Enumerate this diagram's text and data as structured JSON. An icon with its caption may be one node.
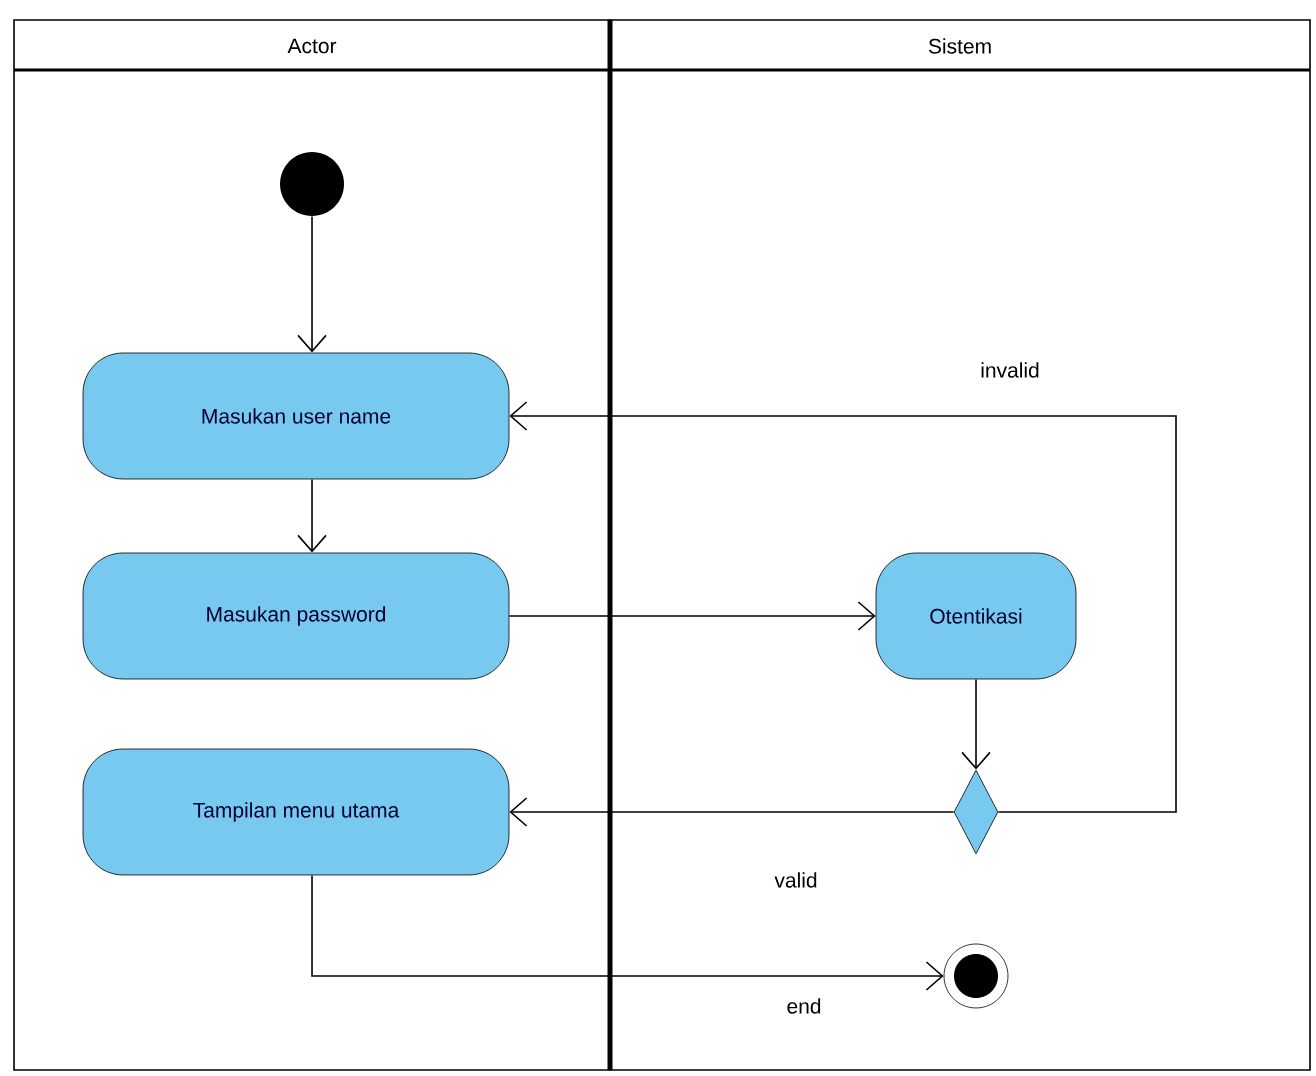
{
  "diagram": {
    "nodes": [
      {
        "text": [
          "Actor"
        ]
      },
      {
        "text": [
          "Sistem"
        ]
      },
      {
        "text": [],
        "shape": "circle",
        "in": 0
      },
      {
        "text": [
          "Masukan user name"
        ],
        "in": 0
      },
      {
        "text": [
          "Masukan password"
        ],
        "in": 0
      },
      {
        "text": [
          "Tampilan menu utama"
        ],
        "in": 0
      },
      {
        "text": [
          "Otentikasi"
        ],
        "in": 1
      },
      {
        "text": [],
        "shape": "diamond",
        "in": 1
      },
      {
        "text": [],
        "shape": "circle",
        "in": 1
      }
    ],
    "edges": [
      {
        "from": 2,
        "to": 3,
        "arrow": "to"
      },
      {
        "from": 3,
        "to": 4,
        "arrow": "to"
      },
      {
        "from": 4,
        "to": 6,
        "arrow": "to"
      },
      {
        "from": 6,
        "to": 7,
        "arrow": "to"
      },
      {
        "from": 7,
        "to": 3,
        "arrow": "to",
        "label": "invalid"
      },
      {
        "from": 7,
        "to": 5,
        "arrow": "to",
        "label": "valid"
      },
      {
        "from": 5,
        "to": 8,
        "arrow": "to",
        "label": "end"
      }
    ]
  }
}
